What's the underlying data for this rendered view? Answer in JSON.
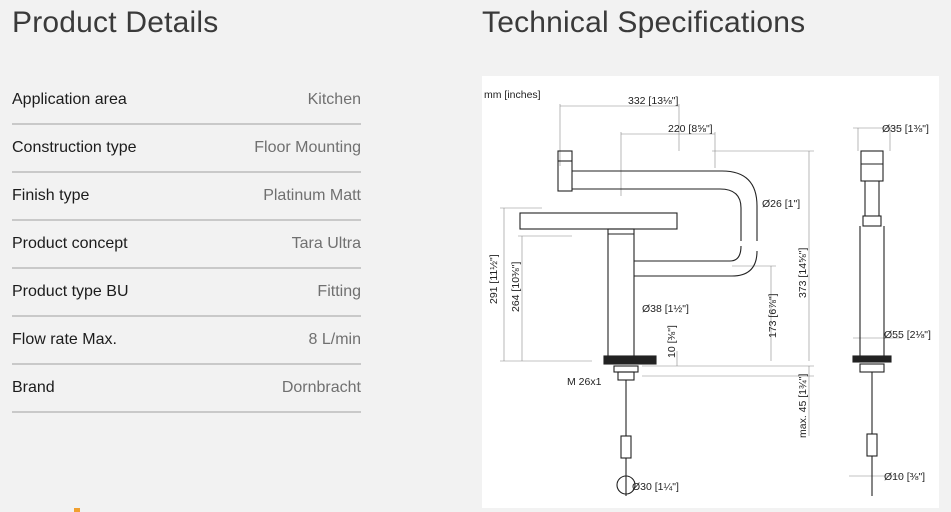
{
  "product_details": {
    "title": "Product Details",
    "rows": [
      {
        "label": "Application area",
        "value": "Kitchen"
      },
      {
        "label": "Construction type",
        "value": "Floor Mounting"
      },
      {
        "label": "Finish type",
        "value": "Platinum Matt"
      },
      {
        "label": "Product concept",
        "value": "Tara Ultra"
      },
      {
        "label": "Product type BU",
        "value": "Fitting"
      },
      {
        "label": "Flow rate Max.",
        "value": "8 L/min"
      },
      {
        "label": "Brand",
        "value": "Dornbracht"
      }
    ]
  },
  "technical_specifications": {
    "title": "Technical Specifications",
    "drawing": {
      "units": "mm [inches]",
      "dim_332": "332 [13⅛\"]",
      "dim_220": "220 [8⅝\"]",
      "dim_d26": "Ø26 [1\"]",
      "dim_291": "291 [11½\"]",
      "dim_264": "264 [10⅜\"]",
      "dim_373": "373 [14⅝\"]",
      "dim_d38": "Ø38 [1½\"]",
      "dim_173": "173 [6⅞\"]",
      "dim_10": "10 [⅜\"]",
      "dim_m26": "M 26x1",
      "dim_max45": "max. 45 [1¾\"]",
      "dim_d30": "Ø30 [1¼\"]",
      "dim_d35": "Ø35 [1⅜\"]",
      "dim_d55": "Ø55 [2⅛\"]",
      "dim_d10": "Ø10 [⅜\"]"
    }
  },
  "colors": {
    "background": "#f2f2f2",
    "divider": "#c9c9c9",
    "value_text": "#707070"
  }
}
